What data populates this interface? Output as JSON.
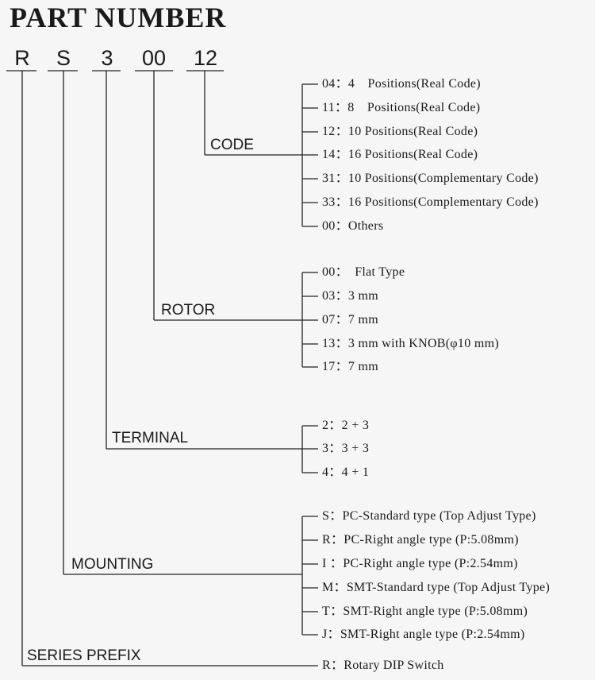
{
  "title": "PART NUMBER",
  "part_segments": [
    "R",
    "S",
    "3",
    "00",
    "12"
  ],
  "groups": {
    "code": {
      "label": "CODE",
      "options": [
        "04：4　Positions(Real Code)",
        "11：8　Positions(Real Code)",
        "12：10 Positions(Real Code)",
        "14：16 Positions(Real Code)",
        "31：10 Positions(Complementary Code)",
        "33：16 Positions(Complementary Code)",
        "00：Others"
      ]
    },
    "rotor": {
      "label": "ROTOR",
      "options": [
        "00：　Flat Type",
        "03：3 mm",
        "07：7 mm",
        "13：3 mm with KNOB(φ10 mm)",
        "17：7 mm"
      ]
    },
    "terminal": {
      "label": "TERMINAL",
      "options": [
        "2：2 + 3",
        "3：3 + 3",
        "4：4 + 1"
      ]
    },
    "mounting": {
      "label": "MOUNTING",
      "options": [
        "S：PC-Standard type (Top Adjust Type)",
        "R：PC-Right angle type (P:5.08mm)",
        "I ：PC-Right angle type (P:2.54mm)",
        "M：SMT-Standard type (Top Adjust Type)",
        "T：SMT-Right angle type (P:5.08mm)",
        "J：SMT-Right angle type (P:2.54mm)"
      ]
    },
    "series_prefix": {
      "label": "SERIES PREFIX",
      "options": [
        "R：Rotary DIP Switch"
      ]
    }
  }
}
